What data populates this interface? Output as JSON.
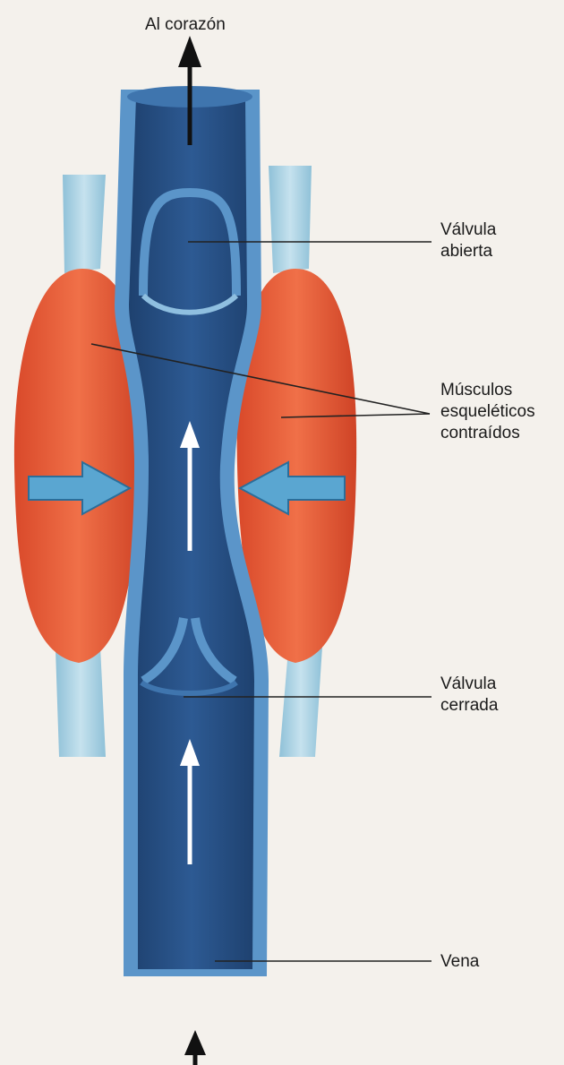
{
  "labels": {
    "top_arrow": "Al corazón",
    "valve_open": [
      "Válvula",
      "abierta"
    ],
    "muscles": [
      "Músculos",
      "esqueléticos",
      "contraídos"
    ],
    "valve_closed": [
      "Válvula",
      "cerrada"
    ],
    "vein": "Vena"
  },
  "colors": {
    "background": "#f4f1ec",
    "muscle": "#e5603a",
    "vein_dark": "#254f86",
    "vein_wall": "#5b95c9",
    "tendon": "#a9d0e2",
    "arrow_blue": "#5aa6d1",
    "leader_line": "#222222"
  }
}
